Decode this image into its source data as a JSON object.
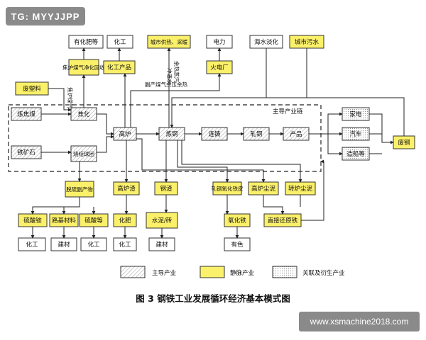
{
  "watermark_top": "TG: MYYJJPP",
  "watermark_bottom": "www.xsmachine2018.com",
  "caption": "图 3    钢铁工业发展循环经济基本模式图",
  "legend": {
    "main": "主导产业",
    "static": "静脉产业",
    "derive": "关联及衍生产业"
  },
  "region_label": "主导产业链",
  "top_outputs": {
    "chem_fert": "有化肥等",
    "chem": "化工",
    "city_heat": "城市供热、采暖",
    "power": "电力",
    "seawater": "海水淡化",
    "city_sewage": "城市污水"
  },
  "static_boxes": {
    "coke_gas": "焦炉煤气净化回收",
    "chem_product": "化工产品",
    "fire_power": "火电厂",
    "waste_plastic": "废塑料",
    "desulf": "脱硫副产物",
    "bf_slag": "高炉渣",
    "steel_slag": "钢渣",
    "rolling_scale": "轧钢氧化铁皮",
    "bf_dust": "高炉尘泥",
    "converter_dust": "转炉尘泥",
    "ammonium_sulfate": "硫酸铵",
    "road_mat": "路基材料",
    "fertilizer": "化肥",
    "brick": "水泥/砖",
    "iron_oxide": "氧化铁",
    "reduced_iron": "直接还原铁",
    "chem_product_2": "硫酸等"
  },
  "main_boxes": {
    "coal": "炼焦煤",
    "coking": "焦化",
    "ore": "铁矿石",
    "sinter": "烧结球团",
    "bf": "高炉",
    "steelmaking": "炼钢",
    "casting": "连铸",
    "rolling": "轧钢",
    "product": "产品"
  },
  "derive_boxes": {
    "appliance": "家电",
    "auto": "汽车",
    "ship": "造船等",
    "scrap": "废钢"
  },
  "bottom_outputs": {
    "chem_a": "化工",
    "build_a": "建材",
    "chem_b": "化工",
    "chem_c": "化工",
    "build_b": "建材",
    "nonferrous": "有色"
  },
  "annotations": {
    "coke_gas_side": "焦炉煤气",
    "waste_heat": "余热蒸汽",
    "blast_gas": "冲渣水",
    "byproduct": "副产煤气余压余热"
  }
}
